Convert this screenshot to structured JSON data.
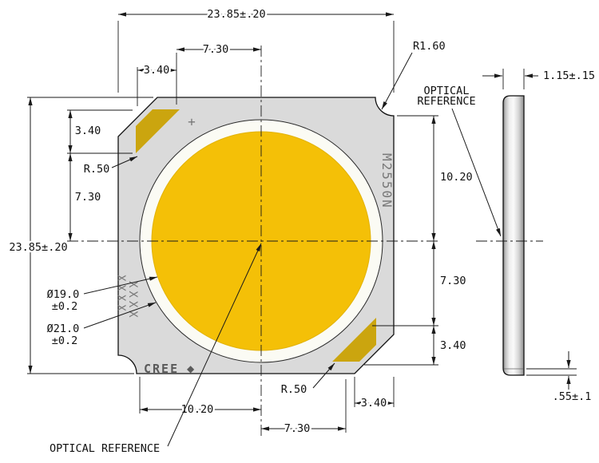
{
  "front": {
    "dim_width": "23.85±.20",
    "dim_height": "23.85±.20",
    "dim_top_offset": "7.30",
    "dim_top_chamfer": "3.40",
    "radius_corner": "R1.60",
    "dim_left_chamfer": "3.40",
    "radius_pad_left": "R.50",
    "dim_left_center": "7.30",
    "dim_right_upper": "10.20",
    "dim_right_mid": "7.30",
    "dim_right_chamfer": "3.40",
    "radius_pad_bottom": "R.50",
    "dim_bottom_chamfer": "3.40",
    "dim_bottom_left": "10.20",
    "dim_bottom_mid": "7.30",
    "dia_inner": "Ø19.0",
    "dia_inner_tol": "±0.2",
    "dia_outer": "Ø21.0",
    "dia_outer_tol": "±0.2",
    "optical_ref_label": "OPTICAL REFERENCE",
    "marking_model": "M2550N",
    "marking_lot1": "XXXX",
    "marking_lot2": "XXXX",
    "polarity_plus": "+",
    "logo_text": "CREE",
    "logo_mark": "◆"
  },
  "side": {
    "dim_thickness": "1.15±.15",
    "dim_base": ".55±.1",
    "optical_ref_line1": "OPTICAL",
    "optical_ref_line2": "REFERENCE"
  },
  "colors": {
    "body": "#dadada",
    "ring": "#fbfbf4",
    "phosphor": "#f4c007",
    "pad": "#cba50f",
    "line": "#1a1a1a"
  }
}
